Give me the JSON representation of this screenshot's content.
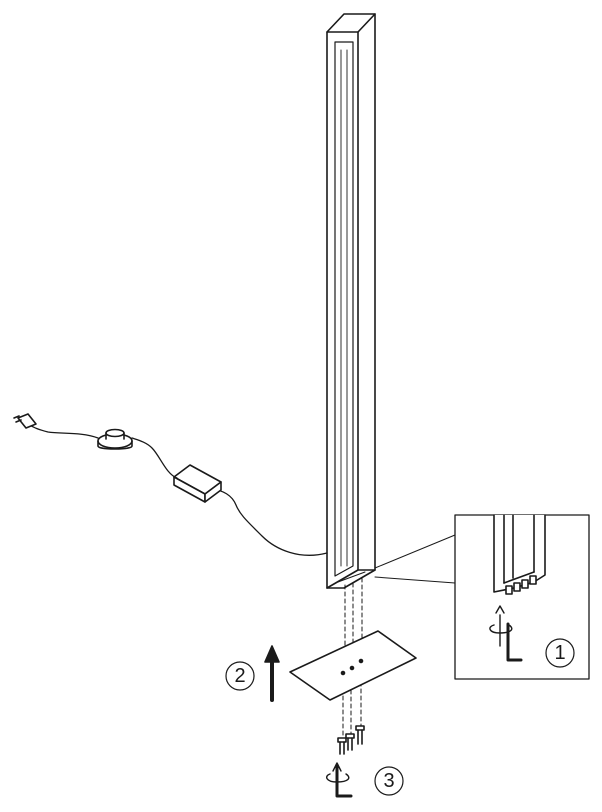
{
  "steps": [
    {
      "number": "1"
    },
    {
      "number": "2"
    },
    {
      "number": "3"
    }
  ],
  "colors": {
    "stroke": "#1a1a1a",
    "background": "#ffffff"
  },
  "icons": [
    "hex-key-icon",
    "rotation-arrow-icon",
    "upward-arrow-icon",
    "screw-icon",
    "power-plug-icon",
    "foot-switch-icon",
    "power-adapter-icon"
  ]
}
